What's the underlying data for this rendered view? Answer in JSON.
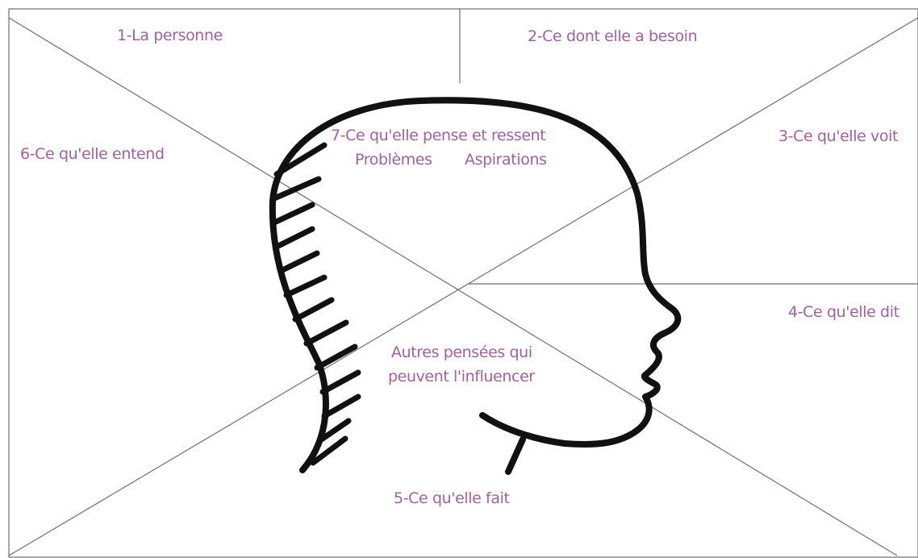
{
  "colors": {
    "label": "#a0619f",
    "line": "#6e6e6e",
    "head": "#111111",
    "background": "#ffffff"
  },
  "labels": {
    "person": "1-La personne",
    "needs": "2-Ce dont elle a besoin",
    "sees": "3-Ce qu'elle voit",
    "says": "4-Ce qu'elle dit",
    "does": "5-Ce qu'elle fait",
    "hears": "6-Ce qu'elle entend",
    "thinks_feels": "7-Ce qu'elle pense et ressent",
    "problems": "Problèmes",
    "aspirations": "Aspirations",
    "other_thoughts_1": "Autres pensées qui",
    "other_thoughts_2": "peuvent l'influencer"
  },
  "icons": {
    "head": "head-profile-icon"
  }
}
